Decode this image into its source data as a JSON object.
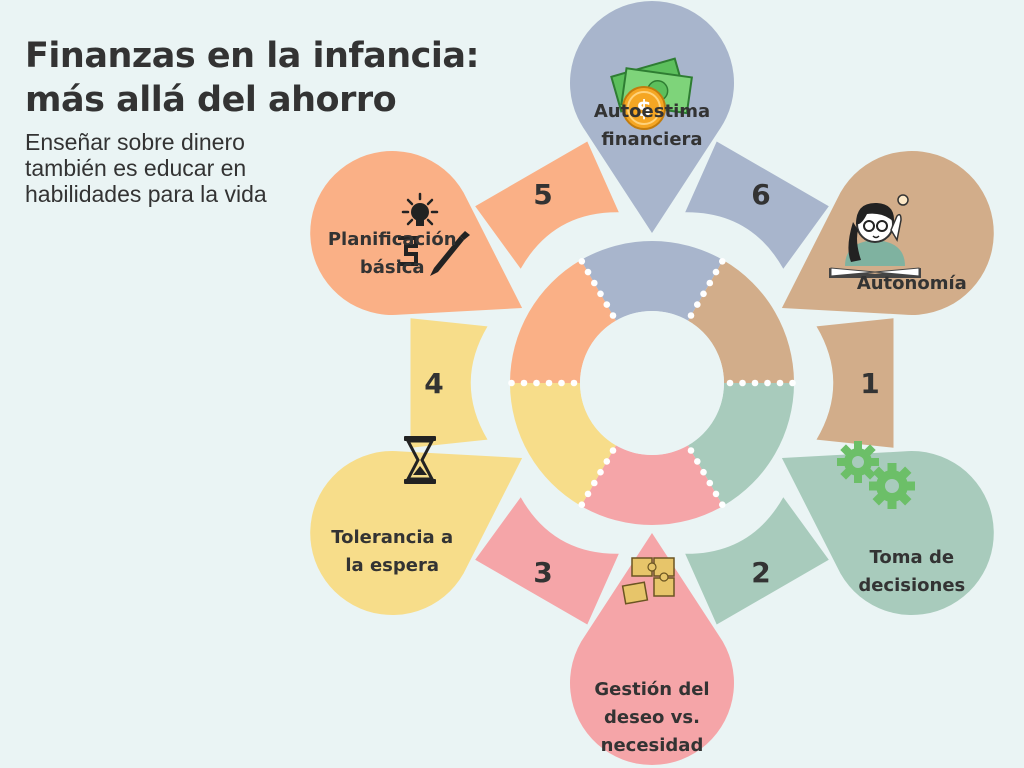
{
  "header": {
    "title_lines": [
      "Finanzas en la infancia:",
      "más allá del ahorro"
    ],
    "subtitle_lines": [
      "Enseñar sobre dinero",
      "también es educar en",
      "habilidades para la vida"
    ]
  },
  "steps": [
    {
      "number": "1",
      "label_lines": [
        "Autonomía"
      ],
      "color": "#d2ad8a",
      "icon": "child-reading-icon"
    },
    {
      "number": "2",
      "label_lines": [
        "Toma de",
        "decisiones"
      ],
      "color": "#a8cbbc",
      "icon": "gears-icon"
    },
    {
      "number": "3",
      "label_lines": [
        "Gestión del",
        "deseo vs.",
        "necesidad"
      ],
      "color": "#f5a5a8",
      "icon": "puzzle-icon"
    },
    {
      "number": "4",
      "label_lines": [
        "Tolerancia a",
        "la espera"
      ],
      "color": "#f7dd8a",
      "icon": "hourglass-icon"
    },
    {
      "number": "5",
      "label_lines": [
        "Planificación",
        "básica"
      ],
      "color": "#fab086",
      "icon": "idea-plan-icon"
    },
    {
      "number": "6",
      "label_lines": [
        "Autoestima",
        "financiera"
      ],
      "color": "#a8b5cc",
      "icon": "money-icon"
    }
  ]
}
